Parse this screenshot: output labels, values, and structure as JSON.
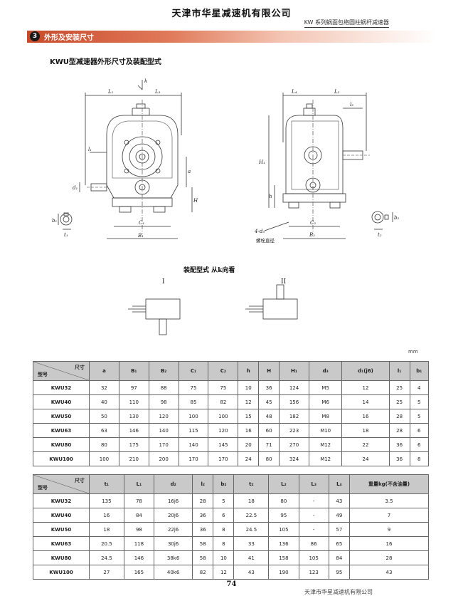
{
  "header": {
    "company": "天津市华星减速机有限公司",
    "subtitle": "KW 系列蜗面包络圆柱蜗杆减速器"
  },
  "section": {
    "number": "3",
    "title": "外形及安装尺寸"
  },
  "drawing": {
    "title": "KWU型减速器外形尺寸及装配型式",
    "front": {
      "labels": [
        "L₁",
        "k",
        "L₃",
        "l₁",
        "d₁",
        "a",
        "H",
        "C₁",
        "B₁"
      ],
      "shaft_detail": [
        "b₁",
        "t₁"
      ]
    },
    "side": {
      "labels": [
        "L₄",
        "L₂",
        "l₂",
        "H₁",
        "h",
        "C₂",
        "B₂",
        "4-d₃"
      ],
      "bolt_note": "螺栓直径",
      "shaft_detail": [
        "b₂",
        "t₂"
      ]
    },
    "assembly": {
      "title": "装配型式  从k向看",
      "type1": "I",
      "type2": "II"
    }
  },
  "unit": "mm",
  "table1": {
    "corner_top": "尺寸",
    "corner_bottom": "型号",
    "headers": [
      "a",
      "B₁",
      "B₂",
      "C₁",
      "C₂",
      "h",
      "H",
      "H₁",
      "d₃",
      "d₁(j6)",
      "l₁",
      "b₁"
    ],
    "rows": [
      [
        "KWU32",
        "32",
        "97",
        "88",
        "75",
        "75",
        "10",
        "36",
        "124",
        "M5",
        "12",
        "25",
        "4"
      ],
      [
        "KWU40",
        "40",
        "110",
        "98",
        "85",
        "82",
        "12",
        "45",
        "156",
        "M6",
        "14",
        "25",
        "5"
      ],
      [
        "KWU50",
        "50",
        "130",
        "120",
        "100",
        "100",
        "15",
        "48",
        "182",
        "M8",
        "16",
        "28",
        "5"
      ],
      [
        "KWU63",
        "63",
        "146",
        "140",
        "115",
        "120",
        "16",
        "60",
        "223",
        "M10",
        "18",
        "28",
        "6"
      ],
      [
        "KWU80",
        "80",
        "175",
        "170",
        "140",
        "145",
        "20",
        "71",
        "270",
        "M12",
        "22",
        "36",
        "6"
      ],
      [
        "KWU100",
        "100",
        "210",
        "200",
        "170",
        "170",
        "24",
        "80",
        "324",
        "M12",
        "24",
        "36",
        "8"
      ]
    ]
  },
  "table2": {
    "corner_top": "尺寸",
    "corner_bottom": "型号",
    "headers": [
      "t₁",
      "L₁",
      "d₂",
      "l₂",
      "b₂",
      "t₂",
      "L₂",
      "L₃",
      "L₄",
      "重量kg(不含油量)"
    ],
    "rows": [
      [
        "KWU32",
        "135",
        "78",
        "16j6",
        "28",
        "5",
        "18",
        "80",
        "-",
        "43",
        "3.5"
      ],
      [
        "KWU40",
        "16",
        "84",
        "20j6",
        "36",
        "6",
        "22.5",
        "95",
        "-",
        "49",
        "7"
      ],
      [
        "KWU50",
        "18",
        "98",
        "22j6",
        "36",
        "8",
        "24.5",
        "105",
        "-",
        "57",
        "9"
      ],
      [
        "KWU63",
        "20.5",
        "118",
        "30j6",
        "58",
        "8",
        "33",
        "136",
        "86",
        "65",
        "16"
      ],
      [
        "KWU80",
        "24.5",
        "146",
        "38k6",
        "58",
        "10",
        "41",
        "158",
        "105",
        "84",
        "28"
      ],
      [
        "KWU100",
        "27",
        "165",
        "40k6",
        "82",
        "12",
        "43",
        "190",
        "123",
        "95",
        "43"
      ]
    ]
  },
  "footer": {
    "page_number": "74",
    "company": "天津市华星减速机有限公司"
  }
}
